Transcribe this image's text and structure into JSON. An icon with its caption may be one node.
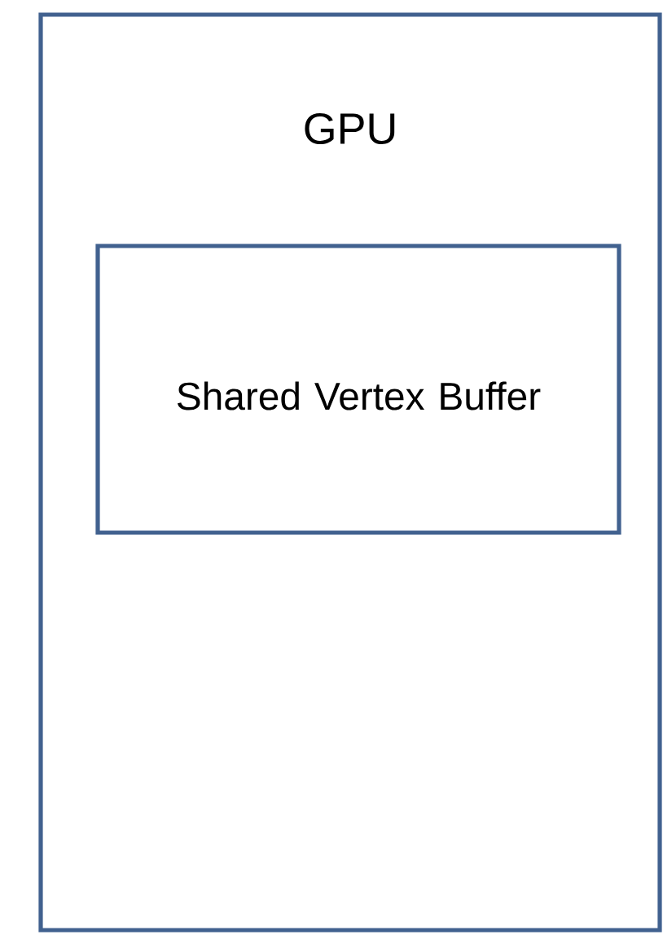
{
  "diagram": {
    "nodes": [
      {
        "text": [
          "GPU"
        ]
      },
      {
        "text": [
          "Shared Vertex Buffer"
        ],
        "in": 0
      }
    ]
  }
}
